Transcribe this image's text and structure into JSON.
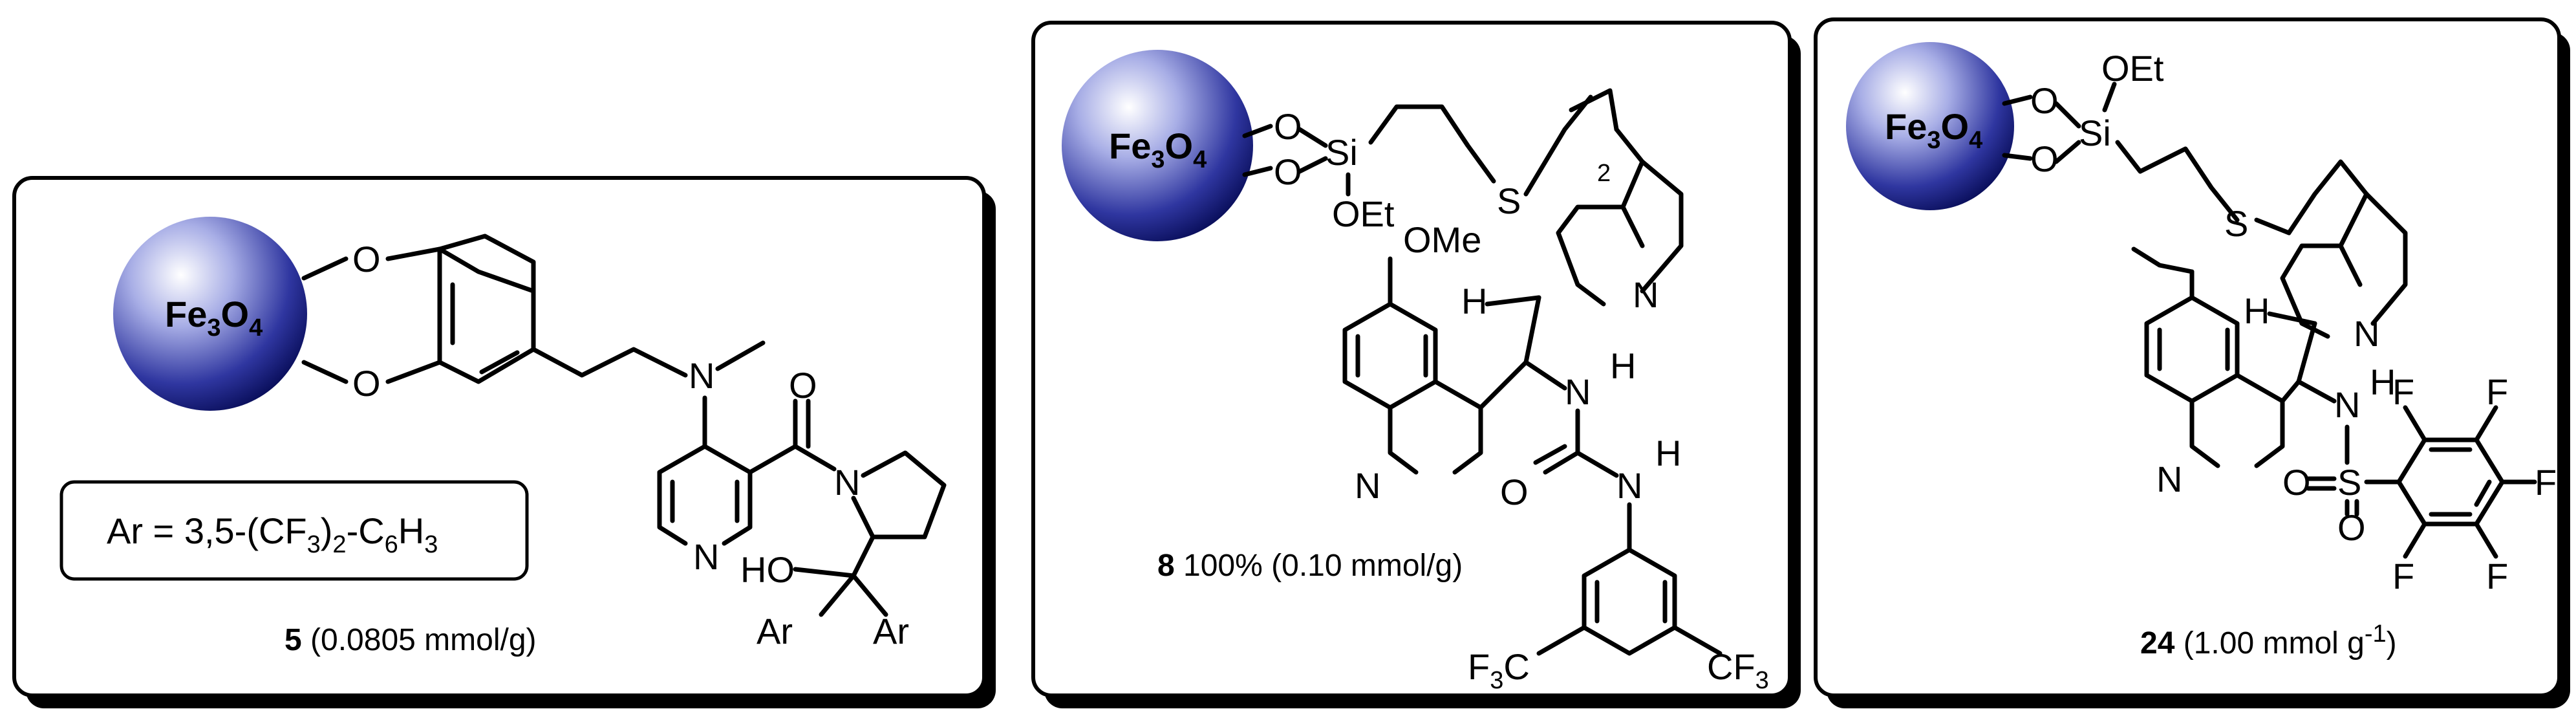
{
  "panel1": {
    "bead": {
      "main": "Fe",
      "sub1": "3",
      "mid": "O",
      "sub2": "4"
    },
    "legend": {
      "main": "Ar = 3,5-(CF",
      "sub1": "3",
      "mid": ")",
      "sub2": "2",
      "rest1": "-C",
      "sub3": "6",
      "rest2": "H",
      "sub4": "3"
    },
    "caption": {
      "num": "5",
      "rest": " (0.0805 mmol/g)"
    },
    "atoms": {
      "O": "O",
      "N": "N",
      "HO": "HO",
      "Ar": "Ar"
    }
  },
  "panel2": {
    "bead": {
      "main": "Fe",
      "sub1": "3",
      "mid": "O",
      "sub2": "4"
    },
    "caption": {
      "num": "8",
      "rest": " 100% (0.10 mmol/g)"
    },
    "atoms": {
      "O": "O",
      "Si": "Si",
      "OEt": "OEt",
      "S": "S",
      "two": "2",
      "OMe": "OMe",
      "H": "H",
      "N": "N",
      "F3C": "F",
      "CF3": "CF",
      "three": "3"
    }
  },
  "panel3": {
    "bead": {
      "main": "Fe",
      "sub1": "3",
      "mid": "O",
      "sub2": "4"
    },
    "caption": {
      "num": "24",
      "rest": "  (1.00 mmol g",
      "sup": "-1",
      "close": ")"
    },
    "atoms": {
      "O": "O",
      "Si": "Si",
      "OEt": "OEt",
      "S": "S",
      "H": "H",
      "N": "N",
      "F": "F"
    }
  }
}
